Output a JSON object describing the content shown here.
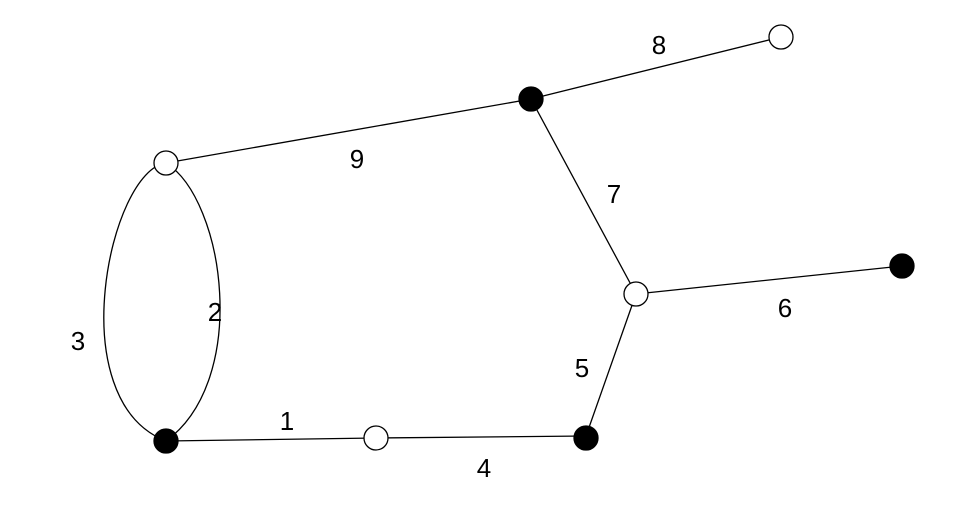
{
  "graph": {
    "edge_labels": {
      "e1": "1",
      "e2": "2",
      "e3": "3",
      "e4": "4",
      "e5": "5",
      "e6": "6",
      "e7": "7",
      "e8": "8",
      "e9": "9"
    },
    "nodes": [
      {
        "id": "n-top-left",
        "style": "open"
      },
      {
        "id": "n-bottom-left",
        "style": "filled"
      },
      {
        "id": "n-bottom-mid",
        "style": "open"
      },
      {
        "id": "n-bottom-right",
        "style": "filled"
      },
      {
        "id": "n-center-right",
        "style": "open"
      },
      {
        "id": "n-far-right",
        "style": "filled"
      },
      {
        "id": "n-top-mid",
        "style": "filled"
      },
      {
        "id": "n-top-right",
        "style": "open"
      }
    ],
    "colors": {
      "line": "#000000",
      "filled_node": "#000000",
      "open_node": "#ffffff",
      "background": "#ffffff"
    }
  }
}
